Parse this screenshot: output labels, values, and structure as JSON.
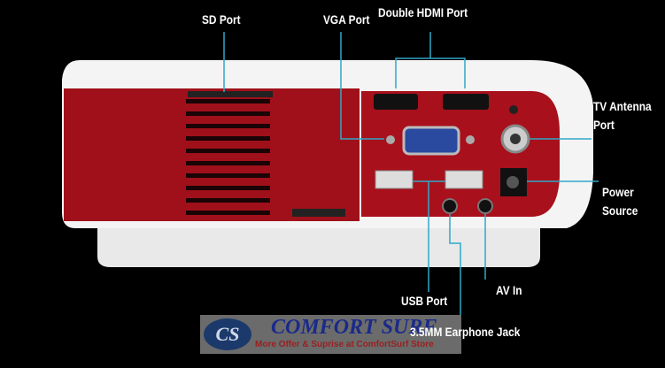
{
  "labels": {
    "sd_port": "SD Port",
    "vga_port": "VGA Port",
    "hdmi_port": "Double HDMI Port",
    "tv_antenna": "TV Antenna",
    "tv_antenna_2": "Port",
    "power": "Power",
    "power_2": "Source",
    "usb": "USB Port",
    "av_in": "AV In",
    "earphone": "3.5MM Earphone Jack"
  },
  "watermark": {
    "logo": "CS",
    "brand": "COMFORT SURF",
    "tagline": "More Offer & Suprise at ComfortSurf Store"
  },
  "colors": {
    "leader_line": "#2fa8c8",
    "body_red": "#a0101a",
    "body_white": "#f2f2f2"
  }
}
